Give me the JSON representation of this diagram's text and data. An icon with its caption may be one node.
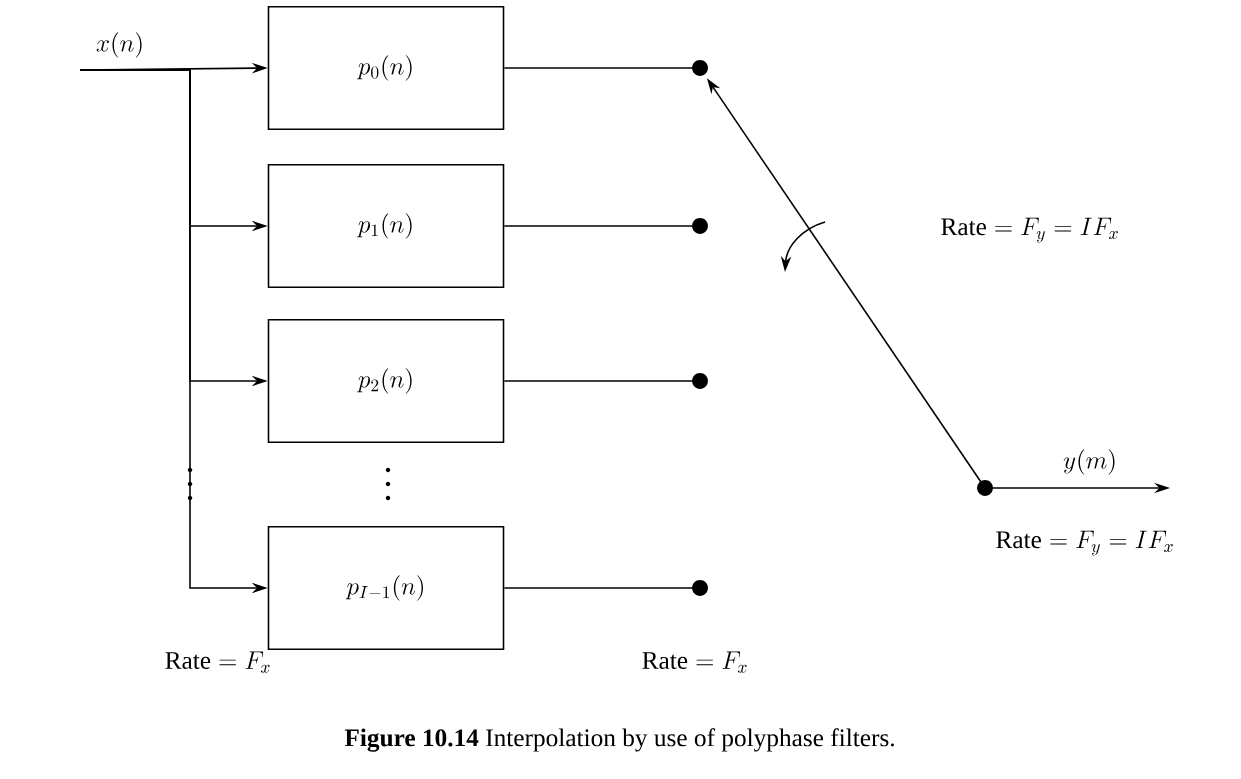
{
  "diagram": {
    "caption": "**Figure 10.14** Interpolation by use of polyphase filters.",
    "nodes": [
      {
        "text": [
          "p_0(n)"
        ]
      },
      {
        "text": [
          "p_1(n)"
        ]
      },
      {
        "text": [
          "p_2(n)"
        ]
      },
      {
        "text": [
          "p_{I-1}(n)"
        ]
      },
      {
        "text": [],
        "shape": "circle"
      },
      {
        "text": [],
        "shape": "circle"
      },
      {
        "text": [],
        "shape": "circle"
      },
      {
        "text": [],
        "shape": "circle"
      },
      {
        "text": [],
        "shape": "circle"
      }
    ],
    "edges": [
      {
        "from": null,
        "to": 0,
        "arrow": "to",
        "label": "x(n)"
      },
      {
        "from": null,
        "to": 1,
        "arrow": "to"
      },
      {
        "from": null,
        "to": 2,
        "arrow": "to"
      },
      {
        "from": null,
        "to": 3,
        "arrow": "to"
      },
      {
        "from": 0,
        "to": 4,
        "arrow": "none"
      },
      {
        "from": 1,
        "to": 5,
        "arrow": "none"
      },
      {
        "from": 2,
        "to": 6,
        "arrow": "none"
      },
      {
        "from": 3,
        "to": 7,
        "arrow": "none"
      },
      {
        "from": 8,
        "to": 4,
        "arrow": "to"
      },
      {
        "from": 8,
        "to": null,
        "arrow": "to",
        "label": "y(m)"
      }
    ],
    "labels": [
      "\\mathrm{Rate} = F_y = IF_x",
      "\\mathrm{Rate} = F_y = IF_x",
      "\\mathrm{Rate} = F_x",
      "\\mathrm{Rate} = F_x"
    ]
  }
}
